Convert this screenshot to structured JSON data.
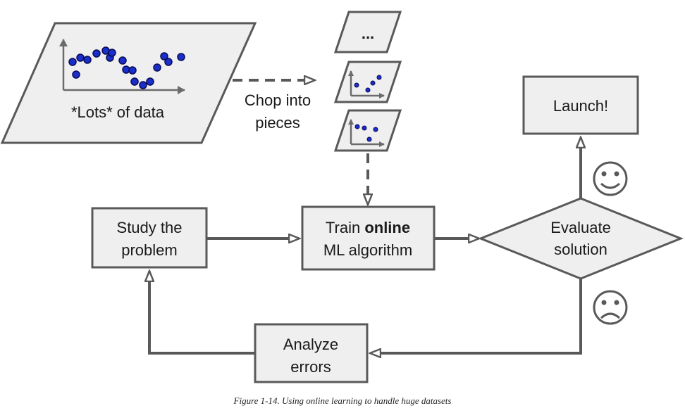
{
  "data_source": {
    "label": "*Lots* of data"
  },
  "chop": {
    "line1": "Chop into",
    "line2": "pieces"
  },
  "pieces": {
    "top_label": "..."
  },
  "study": {
    "line1": "Study the",
    "line2": "problem"
  },
  "train": {
    "prefix": "Train ",
    "bold": "online",
    "line2": "ML algorithm"
  },
  "evaluate": {
    "line1": "Evaluate",
    "line2": "solution"
  },
  "launch": {
    "label": "Launch!"
  },
  "analyze": {
    "line1": "Analyze",
    "line2": "errors"
  },
  "icons": {
    "happy": "smiley-face-icon",
    "sad": "frowning-face-icon"
  },
  "caption": "Figure 1-14. Using online learning to handle huge datasets"
}
